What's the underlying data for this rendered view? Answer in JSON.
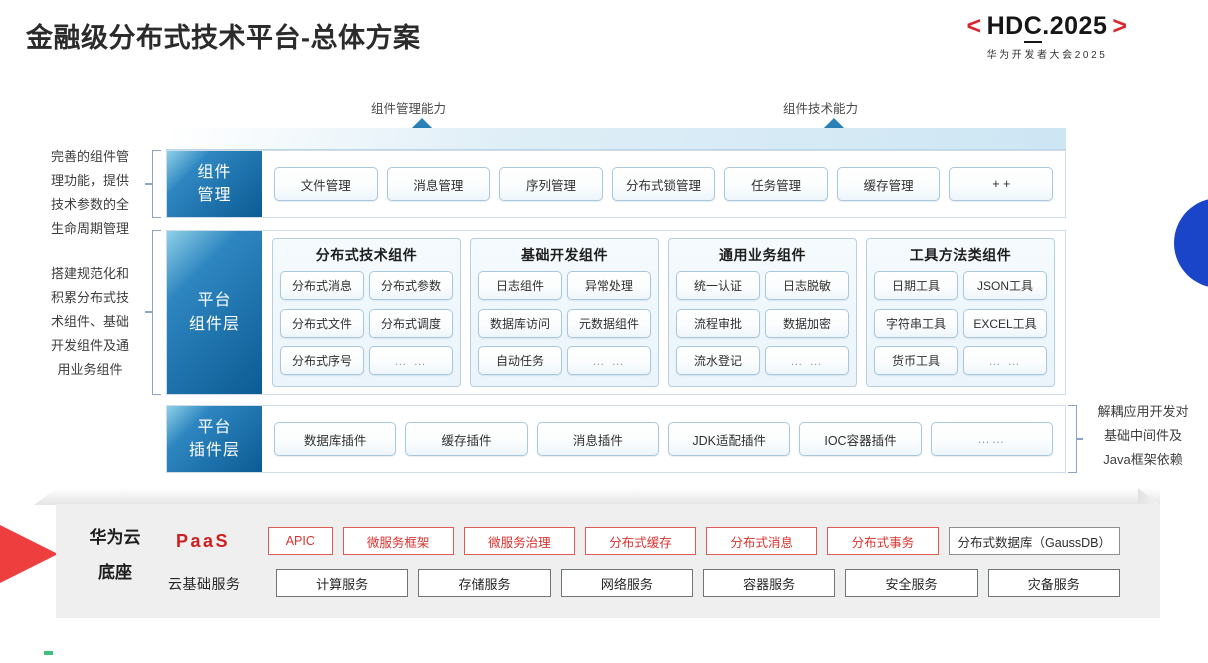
{
  "header": {
    "title": "金融级分布式技术平台-总体方案",
    "logo_brackets": {
      "left": "<",
      "right": ">"
    },
    "logo_main_a": "HD",
    "logo_main_b": "C",
    "logo_main_c": ".2025",
    "logo_sub": "华为开发者大会2025"
  },
  "arrows": [
    {
      "label": "组件管理能力"
    },
    {
      "label": "组件技术能力"
    }
  ],
  "side_notes": {
    "left_top": "完善的组件管\n理功能，提供\n技术参数的全\n生命周期管理",
    "left_middle": "搭建规范化和\n积累分布式技\n术组件、基础\n开发组件及通\n用业务组件",
    "right_bottom": "解耦应用开发对\n基础中间件及\nJava框架依赖"
  },
  "layers": {
    "component_management": {
      "label": "组件\n管理",
      "chips": [
        "文件管理",
        "消息管理",
        "序列管理",
        "分布式锁管理",
        "任务管理",
        "缓存管理",
        "+ +"
      ]
    },
    "platform_component": {
      "label": "平台\n组件层",
      "groups": [
        {
          "title": "分布式技术组件",
          "items": [
            "分布式消息",
            "分布式参数",
            "分布式文件",
            "分布式调度",
            "分布式序号",
            "… …"
          ]
        },
        {
          "title": "基础开发组件",
          "items": [
            "日志组件",
            "异常处理",
            "数据库访问",
            "元数据组件",
            "自动任务",
            "… …"
          ]
        },
        {
          "title": "通用业务组件",
          "items": [
            "统一认证",
            "日志脱敏",
            "流程审批",
            "数据加密",
            "流水登记",
            "… …"
          ]
        },
        {
          "title": "工具方法类组件",
          "items": [
            "日期工具",
            "JSON工具",
            "字符串工具",
            "EXCEL工具",
            "货币工具",
            "… …"
          ]
        }
      ]
    },
    "platform_plugin": {
      "label": "平台\n插件层",
      "chips": [
        "数据库插件",
        "缓存插件",
        "消息插件",
        "JDK适配插件",
        "IOC容器插件",
        "……"
      ]
    }
  },
  "paas": {
    "left_title": "华为云\n底座",
    "paas_label": "PaaS",
    "cloud_label": "云基础服务",
    "paas_services": [
      {
        "name": "APIC",
        "style": "red",
        "flex": "1"
      },
      {
        "name": "微服务框架",
        "style": "red",
        "flex": "2"
      },
      {
        "name": "微服务治理",
        "style": "red",
        "flex": "2"
      },
      {
        "name": "分布式缓存",
        "style": "red",
        "flex": "2"
      },
      {
        "name": "分布式消息",
        "style": "red",
        "flex": "2"
      },
      {
        "name": "分布式事务",
        "style": "red",
        "flex": "2"
      },
      {
        "name": "分布式数据库（GaussDB）",
        "style": "neutral",
        "flex": "3"
      }
    ],
    "cloud_services": [
      "计算服务",
      "存储服务",
      "网络服务",
      "容器服务",
      "安全服务",
      "灾备服务"
    ]
  },
  "colors": {
    "accent_red": "#d8322e",
    "accent_blue": "#1b45c8",
    "layer_blue": "#0c5b94",
    "panel_gray": "#efeff0"
  }
}
